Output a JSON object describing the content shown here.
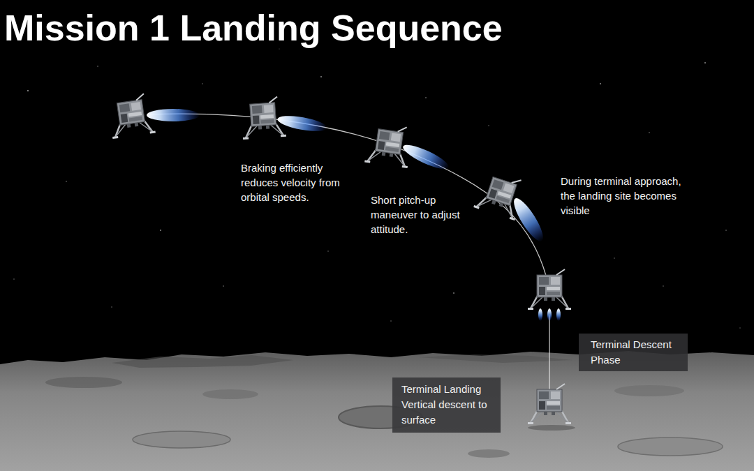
{
  "diagram": {
    "title": "Mission 1 Landing Sequence",
    "nodes": [
      {
        "text": [
          "Terminal Descent Phase"
        ]
      },
      {
        "text": [
          "Terminal Landing Vertical descent to surface"
        ]
      }
    ],
    "labels": [
      "Braking efficiently reduces velocity from orbital speeds.",
      "Short pitch-up maneuver to adjust attitude.",
      "During terminal approach, the landing site becomes visible"
    ]
  }
}
